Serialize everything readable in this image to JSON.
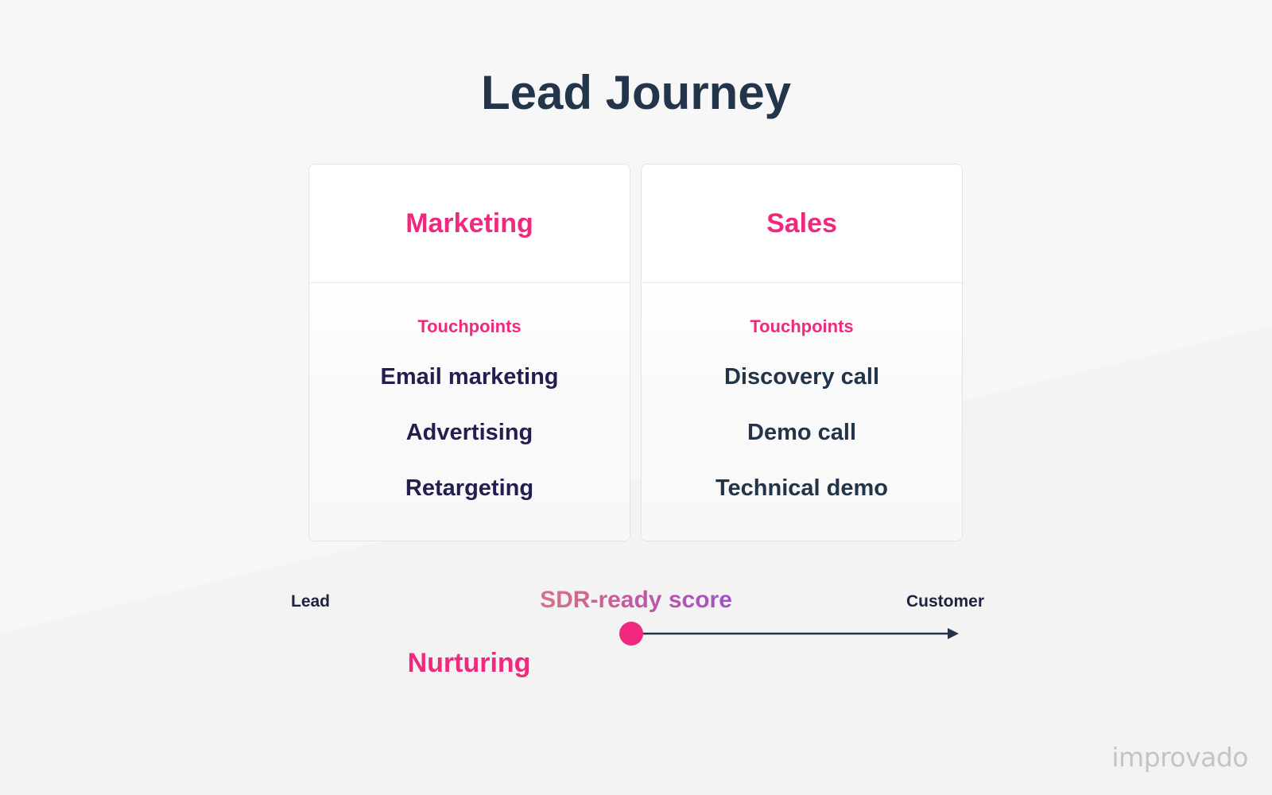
{
  "title": "Lead Journey",
  "columns": [
    {
      "heading": "Marketing",
      "touchpoints_label": "Touchpoints",
      "items": [
        "Email marketing",
        "Advertising",
        "Retargeting"
      ]
    },
    {
      "heading": "Sales",
      "touchpoints_label": "Touchpoints",
      "items": [
        "Discovery call",
        "Demo call",
        "Technical demo"
      ]
    }
  ],
  "timeline": {
    "start_label": "Lead",
    "milestone_label": "SDR-ready score",
    "end_label": "Customer",
    "stage_label": "Nurturing",
    "milestone_position": 0.5
  },
  "brand": {
    "logo_text": "improvado"
  },
  "colors": {
    "accent": "#f0287e",
    "title": "#22354a",
    "text": "#221f4f",
    "line_start": "#8f6bf0",
    "line_end": "#f0287e",
    "axis": "#243447"
  }
}
